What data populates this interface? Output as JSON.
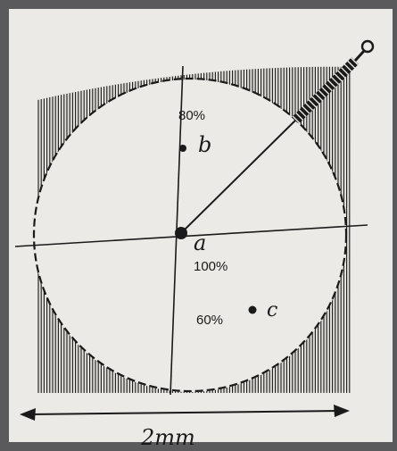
{
  "diagram": {
    "labels": {
      "point_a": "a",
      "point_b": "b",
      "point_c": "c",
      "pct_b": "80%",
      "pct_a": "100%",
      "pct_c": "60%",
      "scale": "2mm"
    },
    "colors": {
      "paper": "#eceae6",
      "ink": "#1a1a1a",
      "backdrop": "#5a5a5c"
    },
    "icons": {
      "needle": "acupuncture-needle-icon"
    }
  }
}
